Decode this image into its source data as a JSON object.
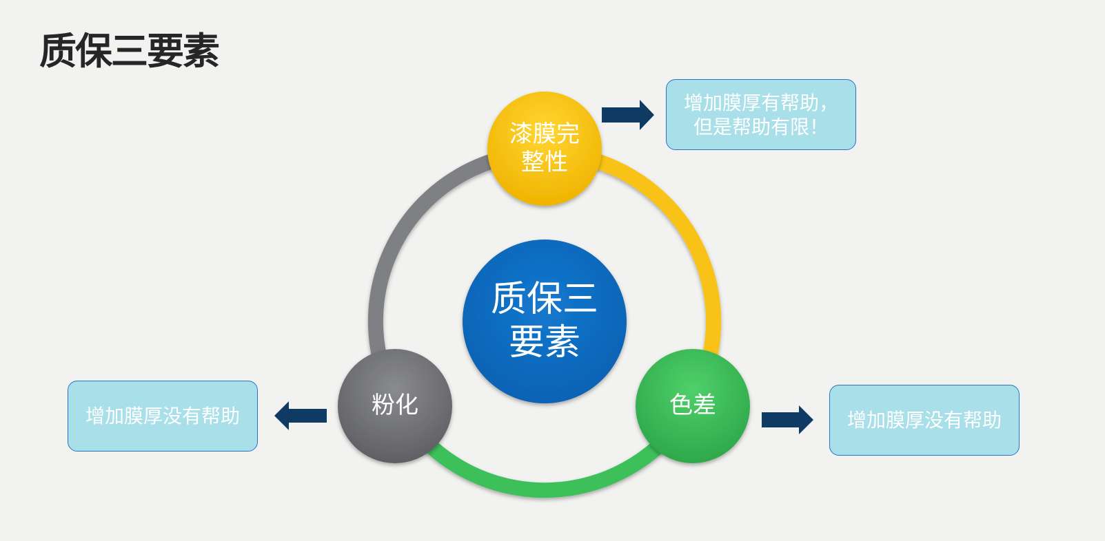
{
  "title": "质保三要素",
  "center": {
    "label": "质保三\n要素",
    "color": "#0b6fc4"
  },
  "nodes": [
    {
      "id": "coating-integrity",
      "label": "漆膜完\n整性",
      "color": "#f8c312"
    },
    {
      "id": "color-difference",
      "label": "色差",
      "color": "#3dbf5a"
    },
    {
      "id": "chalking",
      "label": "粉化",
      "color": "#77787c"
    }
  ],
  "notes": {
    "coating-integrity": "增加膜厚有帮助，\n但是帮助有限！",
    "color-difference": "增加膜厚没有帮助",
    "chalking": "增加膜厚没有帮助"
  },
  "colors": {
    "arrow": "#0e3a64",
    "note_fill": "#a8dfe9",
    "note_border": "#2b72c4",
    "ring_yellow": "#f8c312",
    "ring_green": "#3dbf5a",
    "ring_gray": "#7f8084"
  }
}
